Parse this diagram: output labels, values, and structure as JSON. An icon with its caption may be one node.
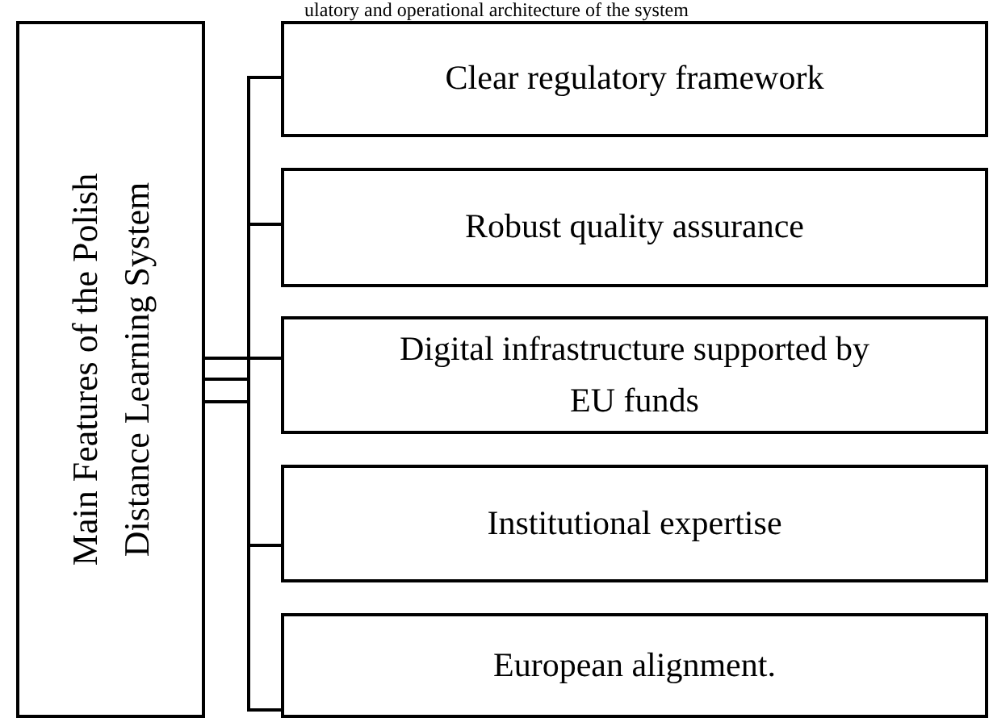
{
  "diagram": {
    "nodes": [
      {
        "text": [
          "Main Features of the Polish Distance Learning System"
        ]
      },
      {
        "text": [
          "Clear regulatory framework"
        ]
      },
      {
        "text": [
          "Robust quality assurance"
        ]
      },
      {
        "text": [
          "Digital infrastructure supported by EU funds"
        ]
      },
      {
        "text": [
          "Institutional expertise"
        ]
      },
      {
        "text": [
          "European alignment."
        ]
      }
    ],
    "edges": [
      {
        "from": 0,
        "to": 1,
        "arrow": "none"
      },
      {
        "from": 0,
        "to": 2,
        "arrow": "none"
      },
      {
        "from": 0,
        "to": 3,
        "arrow": "none"
      },
      {
        "from": 0,
        "to": 4,
        "arrow": "none"
      },
      {
        "from": 0,
        "to": 5,
        "arrow": "none"
      }
    ],
    "labels": [
      "ulatory and operational architecture of the system"
    ]
  }
}
